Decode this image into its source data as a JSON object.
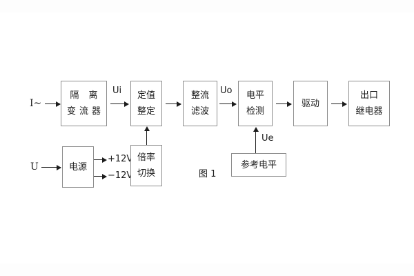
{
  "figure": {
    "caption": "图 1",
    "background_color": "#ffffff",
    "box_border_color": "#8d8d8d",
    "line_color": "#1c1c1c"
  },
  "signal_chain": {
    "inputs": [
      {
        "id": "current-input",
        "label": "I~"
      },
      {
        "id": "voltage-input",
        "label": "U"
      }
    ],
    "blocks": [
      {
        "id": "isolation-transformer",
        "line1": "隔 离",
        "line2": "变流器"
      },
      {
        "id": "setting-value",
        "line1": "定值",
        "line2": "整定"
      },
      {
        "id": "rectify-filter",
        "line1": "整流",
        "line2": "滤波"
      },
      {
        "id": "level-detection",
        "line1": "电平",
        "line2": "检测"
      },
      {
        "id": "drive",
        "line1": "驱动",
        "line2": ""
      },
      {
        "id": "output-relay",
        "line1": "出口",
        "line2": "继电器"
      }
    ],
    "aux_blocks": [
      {
        "id": "power-supply",
        "line1": "电源",
        "line2": ""
      },
      {
        "id": "multiplier-switch",
        "line1": "倍率",
        "line2": "切换"
      },
      {
        "id": "reference-level",
        "line1": "参考电平",
        "line2": ""
      }
    ],
    "signal_labels": [
      {
        "id": "ui",
        "label": "Ui"
      },
      {
        "id": "uo",
        "label": "Uo"
      },
      {
        "id": "ue",
        "label": "Ue"
      }
    ],
    "power_rails": [
      {
        "id": "rail-positive",
        "label": "+12V"
      },
      {
        "id": "rail-negative",
        "label": "−12V"
      }
    ]
  }
}
